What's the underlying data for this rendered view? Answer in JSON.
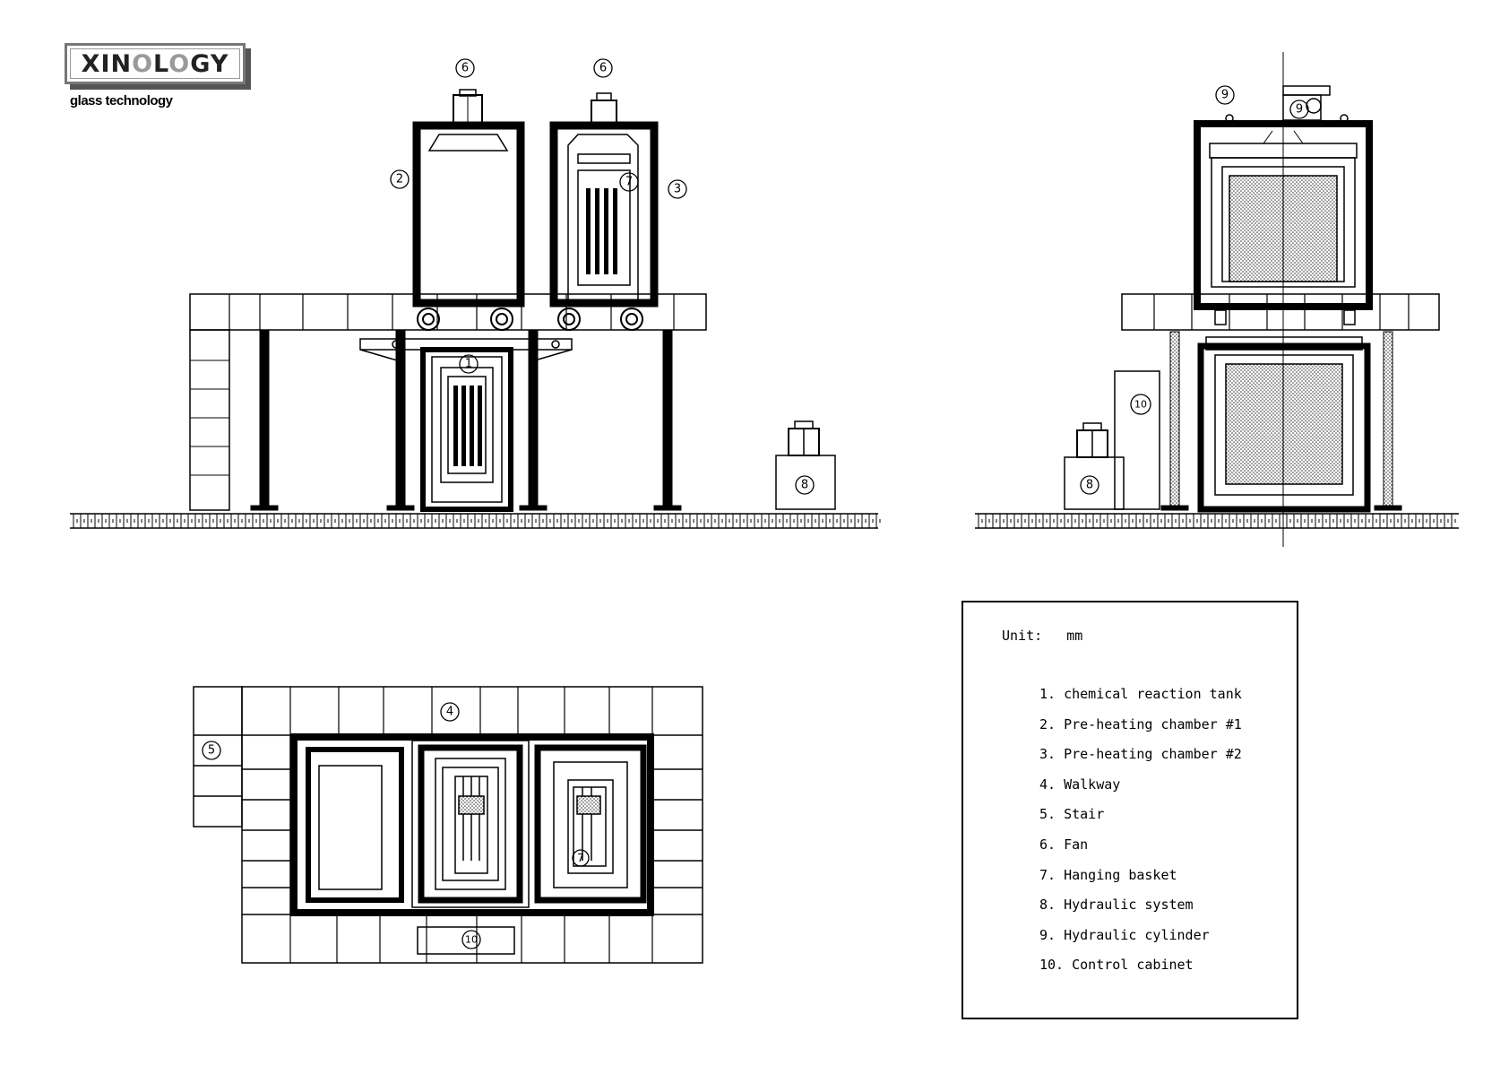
{
  "brand": {
    "logo": {
      "prefix": "XIN",
      "highlight": "O",
      "middle": "L",
      "highlight2": "O",
      "suffix": "GY"
    },
    "tagline": "glass technology"
  },
  "callouts": {
    "front": {
      "fan_left": "6",
      "fan_right": "6",
      "chamber1": "2",
      "chamber2": "3",
      "basket": "7",
      "tank": "1",
      "hydraulic": "8"
    },
    "side": {
      "cylinder": "9",
      "cylinder_top": "9",
      "cabinet": "10",
      "hydraulic": "8"
    },
    "plan": {
      "walkway": "4",
      "stair": "5",
      "basket": "7",
      "cabinet": "10"
    }
  },
  "legend": {
    "unit_label": "Unit:",
    "unit_value": "mm",
    "items": [
      "1. chemical reaction tank",
      "2. Pre-heating chamber #1",
      "3. Pre-heating chamber #2",
      "4. Walkway",
      "5. Stair",
      "6. Fan",
      "7. Hanging basket",
      "8. Hydraulic system",
      "9. Hydraulic cylinder",
      "10. Control cabinet"
    ]
  }
}
